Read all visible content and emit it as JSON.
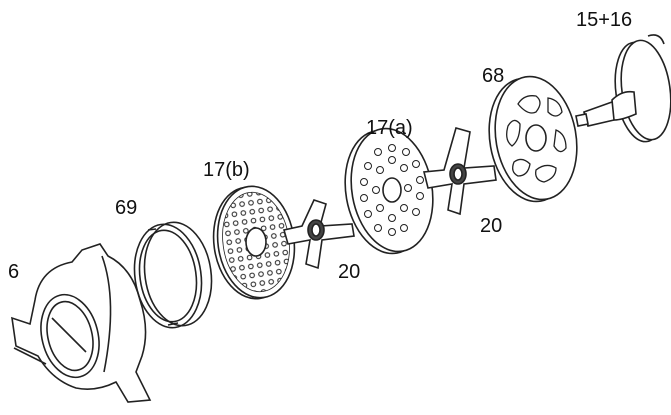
{
  "labels": {
    "p6": "6",
    "p69": "69",
    "p17b": "17(b)",
    "p20_left": "20",
    "p17a": "17(a)",
    "p20_right": "20",
    "p68": "68",
    "p1516": "15+16"
  },
  "colors": {
    "line": "#222222",
    "background": "#ffffff"
  }
}
